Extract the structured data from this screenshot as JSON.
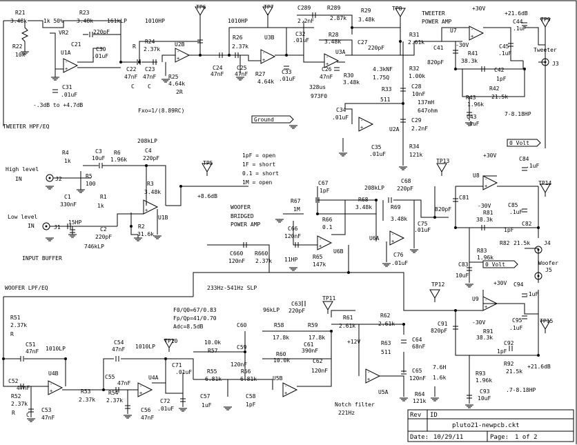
{
  "texts": {
    "r21": "R21",
    "r21v": "3.48k",
    "r22": "R22",
    "r22v": "10k",
    "vr2v": "1k 50%",
    "vr2": "VR2",
    "r23": "R23",
    "r23v": "3.48k",
    "f161": "161kLP",
    "c21": "C21",
    "c21v": "220pF",
    "u1a": "U1A",
    "c30": "C30",
    "c30v": ".01uF",
    "c31": "C31",
    "c31v": ".01uF",
    "gainrange": "-.3dB to +4.7dB",
    "f1010hp_a": "1010HP",
    "r_lbl": "R",
    "r24": "R24",
    "r24v": "2.37k",
    "u2b": "U2B",
    "c22": "C22",
    "c22v": "47nF",
    "c23": "C23",
    "c23v": "47nF",
    "c_lbl1": "C",
    "c_lbl2": "C",
    "r25": "R25",
    "r25v": "4.64k",
    "two_r": "2R",
    "tp6": "TP6",
    "fxo": "Fxo=1/(8.89RC)",
    "f1010hp_b": "1010HP",
    "c24": "C24",
    "c24v": "47nF",
    "c25": "C25",
    "c25v": "47nF",
    "r26": "R26",
    "r26v": "2.37k",
    "u3b": "U3B",
    "r27": "R27",
    "r27v": "4.64k",
    "c32": "C32",
    "c32v": ".01uF",
    "c33": "C33",
    "c33v": ".01uF",
    "tp7": "TP7",
    "c289": "C289",
    "r289": "R289",
    "c289v": "2.2nF",
    "r289v": "2.87k",
    "r28": "R28",
    "r28v": "3.48k",
    "u3a": "U3A",
    "c26": "C26",
    "c26v": "47nF",
    "r30": "R30",
    "r30v": "3.48k",
    "t328": "328us",
    "t973": "973F0",
    "r29": "R29",
    "r29v": "3.48k",
    "tp8": "TP8",
    "c27": "C27",
    "c27v": "220pF",
    "f43": "4.3kNF",
    "q175": "1.75Q",
    "r31": "R31",
    "r31v": "2.61k",
    "r32": "R32",
    "r32v": "1.00k",
    "c28": "C28",
    "c28v": "10nF",
    "mh137": "137mH",
    "oh647": "647ohm",
    "r33": "R33",
    "r33v": "511",
    "c34": "C34",
    "c34v": ".01uF",
    "u2a": "U2A",
    "c35": "C35",
    "c35v": ".01uF",
    "c29": "C29",
    "c29v": "2.2nF",
    "r34": "R34",
    "r34v": "121k",
    "tw_amp1": "TWEETER",
    "tw_amp2": "POWER AMP",
    "u7": "U7",
    "p30v_a": "+30V",
    "m30v_a": "-30V",
    "db216_a": "+21.6dB",
    "c44": "C44",
    "c44v": ".1uF",
    "c41": "C41",
    "c41v": "820pF",
    "r41": "R41",
    "r41v": "38.3k",
    "c45": "C45",
    "c45v": ".1uF",
    "c42": "C42",
    "c42v": "1pF",
    "r42": "R42",
    "r42v": "21.5k",
    "r43": "R43",
    "r43v": "1.96k",
    "c43": "C43",
    "c43v": "1uF",
    "hp718_a": "7-8.18HP",
    "tp9": "TP9",
    "tweeter": "Tweeter",
    "j3": "J3",
    "zero_v_a": "0 Volt",
    "ground": "Ground",
    "tw_hpf": "TWEETER HPF/EQ",
    "f208a": "208kLP",
    "hi1": "High level",
    "hi2": "IN",
    "j2": "J2",
    "r4": "R4",
    "r4v": "1k",
    "c3": "C3",
    "c3v": "10uF",
    "r6": "R6",
    "r6v": "1.96k",
    "c4": "C4",
    "c4v": "220pF",
    "r5": "R5",
    "r5v": "100",
    "r3": "R3",
    "r3v": "3.48k",
    "u1b": "U1B",
    "tp5": "TP5",
    "db86": "+8.6dB",
    "c1": "C1",
    "c1v": "330nF",
    "r1": "R1",
    "r1v": "1k",
    "hp15": "15HP",
    "lo1": "Low level",
    "lo2": "IN",
    "j1": "J1",
    "c2": "C2",
    "c2v": "220pF",
    "r2": "R2",
    "r2v": "31.6k",
    "f746": "746kLP",
    "inbuf": "INPUT BUFFER",
    "legend1": "1pF = open",
    "legend2": "1F = short",
    "legend3": "0.1 = short",
    "legend4": "1M = open",
    "wf1": "WOOFER",
    "wf2": "BRIDGED",
    "wf3": "POWER AMP",
    "c67": "C67",
    "c67v": "1pF",
    "r67": "R67",
    "r67v": "1M",
    "r66": "R66",
    "r66v": "0.1",
    "c66": "C66",
    "c66v": "120nF",
    "u6b": "U6B",
    "hp11": "11HP",
    "r65": "R65",
    "r65v": "147k",
    "r68": "R68",
    "r68v": "3.48k",
    "f208b": "208kLP",
    "c68": "C68",
    "c68v": "220pF",
    "r69": "R69",
    "r69v": "3.48k",
    "c75": "C75",
    "c75v": ".01uF",
    "u6a": "U6A",
    "c76": "C76",
    "c76v": ".01uF",
    "tp13": "TP13",
    "c660": "C660",
    "c660v": "120nF",
    "r660": "R660",
    "r660v": "2.37k",
    "slp": "233Hz-541Hz SLP",
    "u8": "U8",
    "p30v_b": "+30V",
    "m30v_b": "-30V",
    "c84": "C84",
    "c84v": ".1uF",
    "c81": "C81",
    "c81v": "820pF",
    "r81": "R81",
    "r81v": "38.3k",
    "c85": "C85",
    "c85v": ".1uF",
    "c82": "C82",
    "c82v": "1pF",
    "r82": "R82",
    "r82v": "21.5k",
    "r83": "R83",
    "r83v": "1.96k",
    "c83": "C83",
    "c83v": "10uF",
    "zero_v_b": "0 Volt",
    "tp14": "TP14",
    "j4": "J4",
    "woofer": "Woofer",
    "j5": "J5",
    "wf_lpf": "WOOFER LPF/EQ",
    "r51": "R51",
    "r51v": "2.37k",
    "r_lbl3": "R",
    "c51": "C51",
    "c51v": "47nF",
    "f1010lp_a": "1010LP",
    "c52": "C52",
    "c52v": "47nF",
    "u4b": "U4B",
    "r52": "R52",
    "r52v": "2.37k",
    "r_lbl4": "R",
    "c_lbl3": "C",
    "c53": "C53",
    "c53v": "47nF",
    "r53": "R53",
    "r53v": "2.37k",
    "c54": "C54",
    "c54v": "47nF",
    "f1010lp_b": "1010LP",
    "c55": "C55",
    "c55v": "47nF",
    "r54": "R54",
    "r54v": "2.37k",
    "u4a": "U4A",
    "c56": "C56",
    "c56v": "47nF",
    "tp10": "TP10",
    "c71": "C71",
    "c71v": ".01uF",
    "c72": "C72",
    "c72v": ".01uF",
    "fo": "F0/Q0=67/0.83",
    "fp": "Fp/Qp=41/0.70",
    "adc": "Adc=8.5dB",
    "r57": "R57",
    "r57v": "10.0k",
    "c60": "C60",
    "c59": "C59",
    "c59v": "120nF",
    "r55": "R55",
    "r55v": "6.81k",
    "r56": "R56",
    "r56v": "6.81k",
    "c57": "C57",
    "c57v": "1uF",
    "c58": "C58",
    "c58v": "1pF",
    "f96": "96kLP",
    "c63": "C63",
    "c63v": "220pF",
    "tp11": "TP11",
    "r58": "R58",
    "r58v": "17.8k",
    "r59": "R59",
    "r59v": "17.8k",
    "c61": "C61",
    "c61v": "390nF",
    "r60": "R60",
    "r60v": "10.0k",
    "c62": "C62",
    "c62v": "120nF",
    "u5b": "U5B",
    "r61": "R61",
    "r61v": "2.61k",
    "r62": "R62",
    "r62v": "2.61k",
    "p12v": "+12V",
    "r63": "R63",
    "r63v": "511",
    "c64": "C64",
    "c64v": "68nF",
    "c65": "C65",
    "c65v": "120nF",
    "h76": "7.6H",
    "k16": "1.6k",
    "u5a": "U5A",
    "r64": "R64",
    "r64v": "121k",
    "notch1": "Notch filter",
    "notch2": "221Hz",
    "tp12": "TP12",
    "u9": "U9",
    "p30v_c": "+30V",
    "c94": "C94",
    "c94v": ".1uF",
    "m30v_c": "-30V",
    "c91": "C91",
    "c91v": "820pF",
    "r91": "R91",
    "r91v": "38.3k",
    "c95": "C95",
    "c95v": ".1uF",
    "c92": "C92",
    "c92v": "1pF",
    "r92": "R92",
    "r92v": "21.5k",
    "db216_b": "+21.6dB",
    "r93": "R93",
    "r93v": "1.96k",
    "c93": "C93",
    "c93v": "10uF",
    "hp718_b": ".7-8.18HP",
    "tp15": "TP15"
  },
  "title_block": {
    "rev_label": "Rev",
    "id_label": "ID",
    "filename": "pluto21-newpcb.ckt",
    "date_label": "Date:",
    "date_value": "10/29/11",
    "page_label": "Page:",
    "page_value": "1 of 2"
  }
}
